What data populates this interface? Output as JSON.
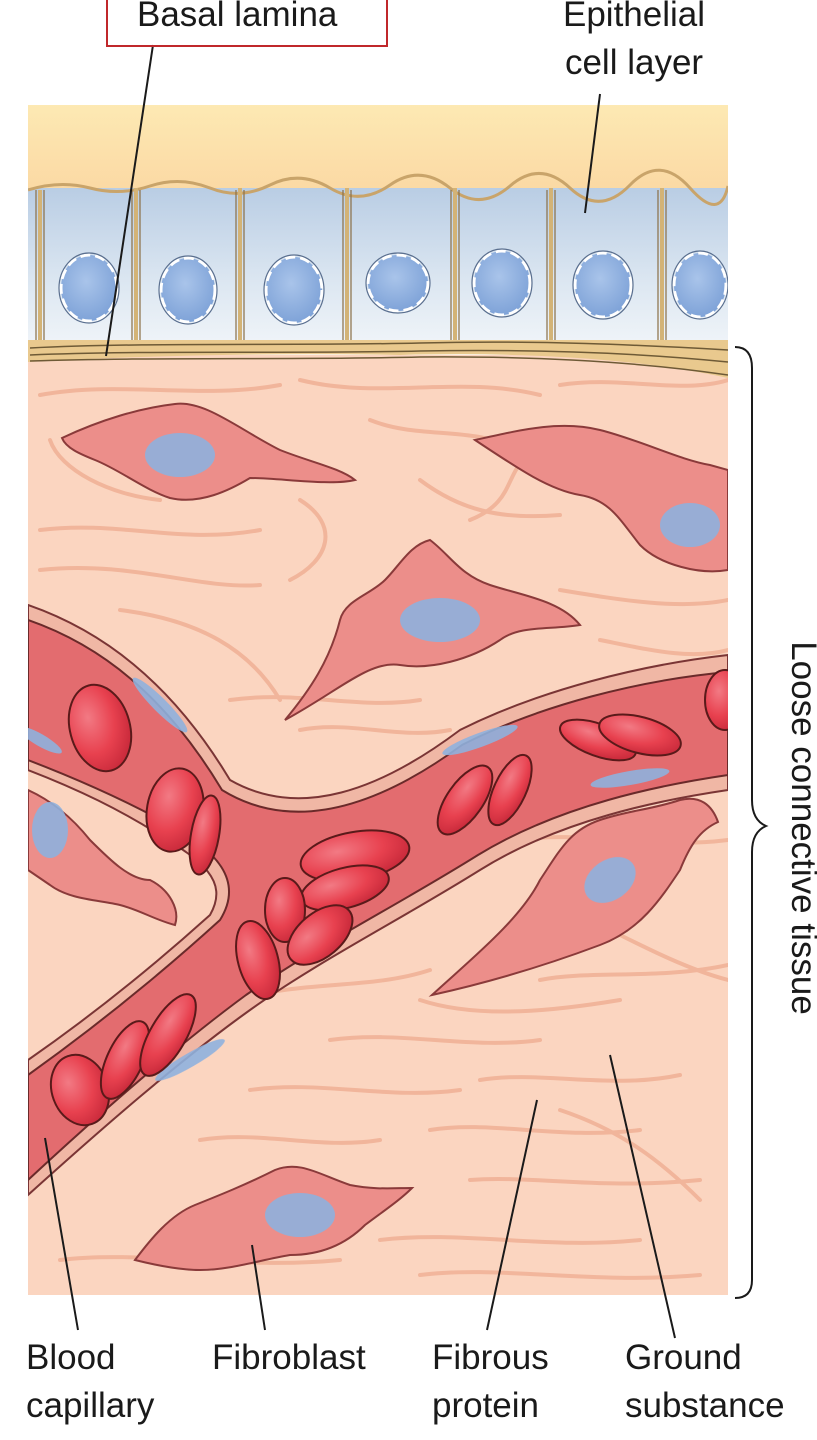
{
  "labels": {
    "basal_lamina": "Basal lamina",
    "epithelial": [
      "Epithelial",
      "cell layer"
    ],
    "loose_connective": "Loose connective tissue",
    "blood_capillary": [
      "Blood",
      "capillary"
    ],
    "fibroblast": "Fibroblast",
    "fibrous_protein": [
      "Fibrous",
      "protein"
    ],
    "ground_substance": [
      "Ground",
      "substance"
    ]
  },
  "colors": {
    "lumen": "#fbe2a6",
    "epithelium": "#c9d9ea",
    "nucleus": "#8fb1de",
    "connective": "#fbd5c0",
    "fiber": "#f2b69a",
    "fibroblast": "#ec8e8a",
    "capillary": "#e36c6f",
    "red_cell": "#e8414f",
    "highlight_box": "#c0282b"
  }
}
